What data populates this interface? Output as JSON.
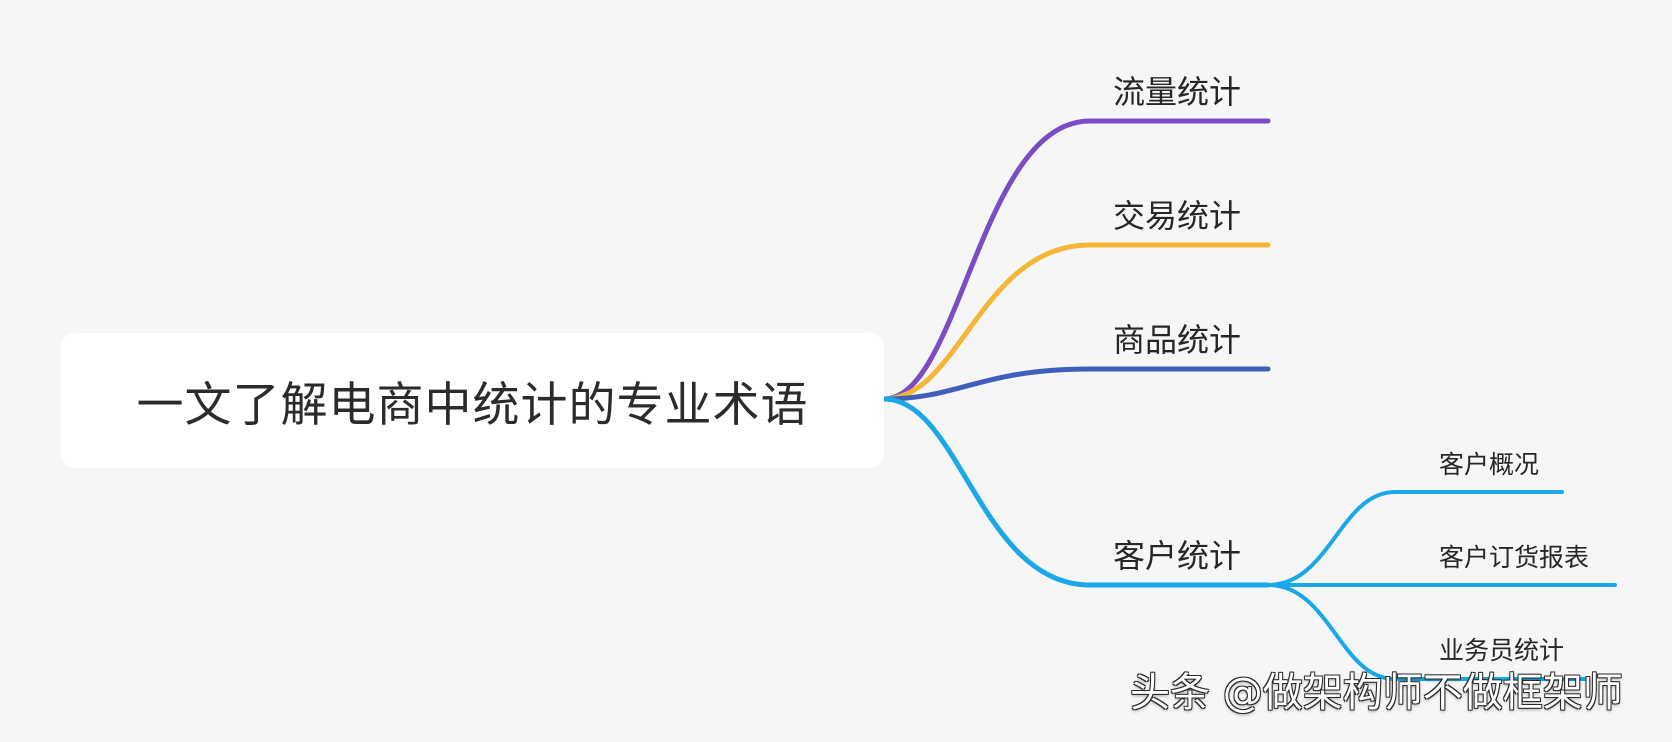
{
  "root": {
    "label": "一文了解电商中统计的专业术语"
  },
  "topics": [
    {
      "label": "流量统计",
      "color": "#7b4cc4"
    },
    {
      "label": "交易统计",
      "color": "#f6b534"
    },
    {
      "label": "商品统计",
      "color": "#3f5fbd"
    },
    {
      "label": "客户统计",
      "color": "#1aa8e8"
    }
  ],
  "subtopics": [
    {
      "label": "客户概况",
      "color": "#1aa8e8"
    },
    {
      "label": "客户订货报表",
      "color": "#1aa8e8"
    },
    {
      "label": "业务员统计",
      "color": "#1aa8e8"
    }
  ],
  "watermark": {
    "text": "头条 @做架构师不做框架师"
  }
}
